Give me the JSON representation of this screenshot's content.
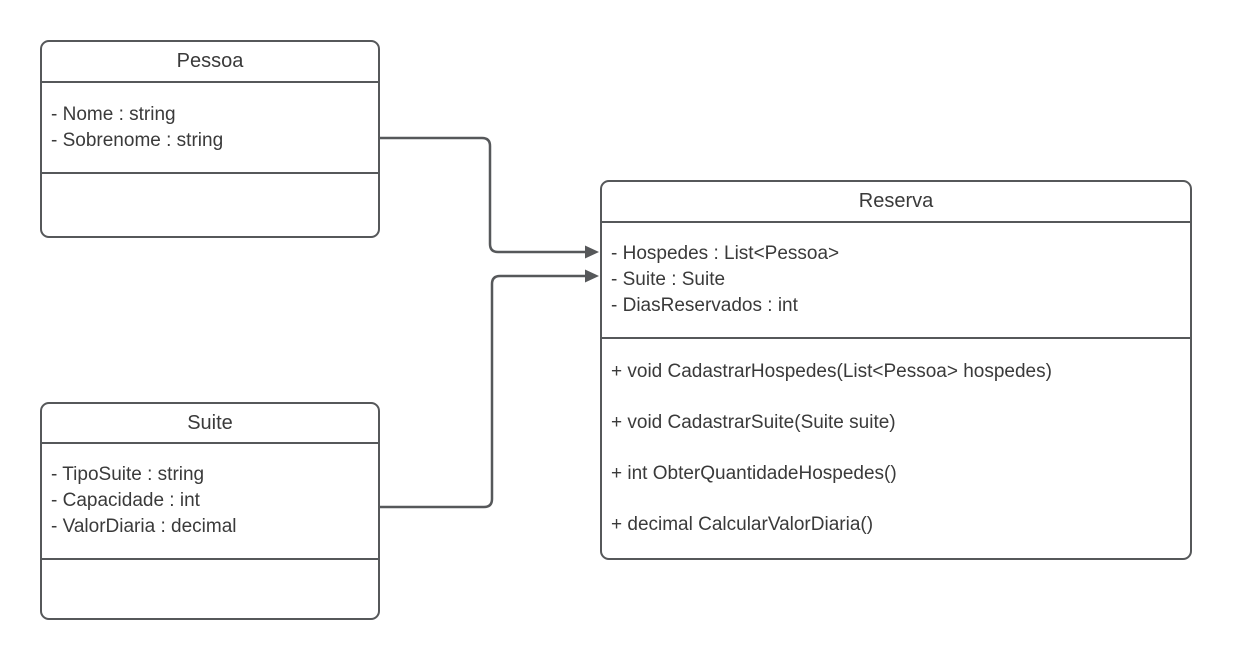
{
  "colors": {
    "stroke": "#56585a",
    "text": "#3a3a3a",
    "background": "#ffffff"
  },
  "classes": [
    {
      "name": "Pessoa",
      "attributes": [
        "- Nome : string",
        "- Sobrenome : string"
      ],
      "methods": []
    },
    {
      "name": "Suite",
      "attributes": [
        "- TipoSuite : string",
        "- Capacidade : int",
        "- ValorDiaria : decimal"
      ],
      "methods": []
    },
    {
      "name": "Reserva",
      "attributes": [
        "- Hospedes : List<Pessoa>",
        "- Suite : Suite",
        "- DiasReservados : int"
      ],
      "methods": [
        "+ void CadastrarHospedes(List<Pessoa> hospedes)",
        "+ void CadastrarSuite(Suite suite)",
        "+ int ObterQuantidadeHospedes()",
        "+ decimal CalcularValorDiaria()"
      ]
    }
  ],
  "relations": [
    {
      "from": "Pessoa",
      "to": "Reserva",
      "type": "directed-association",
      "arrowhead": "filled-triangle"
    },
    {
      "from": "Suite",
      "to": "Reserva",
      "type": "directed-association",
      "arrowhead": "filled-triangle"
    }
  ]
}
